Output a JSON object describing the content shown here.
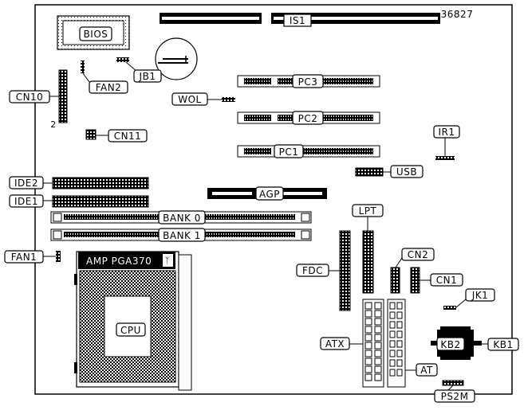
{
  "board_id": "36827",
  "labels": {
    "bios": "BIOS",
    "is1": "IS1",
    "jb1": "JB1",
    "fan2": "FAN2",
    "cn10": "CN10",
    "cn10_pin": "2",
    "wol": "WOL",
    "pc3": "PC3",
    "pc2": "PC2",
    "pc1": "PC1",
    "cn11": "CN11",
    "ir1": "IR1",
    "usb": "USB",
    "ide2": "IDE2",
    "ide1": "IDE1",
    "agp": "AGP",
    "bank0": "BANK 0",
    "bank1": "BANK 1",
    "lpt": "LPT",
    "fan1": "FAN1",
    "socket": "AMP  PGA370",
    "cn2": "CN2",
    "fdc": "FDC",
    "cn1": "CN1",
    "jk1": "JK1",
    "cpu": "CPU",
    "atx": "ATX",
    "kb2": "KB2",
    "kb1": "KB1",
    "at": "AT",
    "ps2m": "PS2M"
  }
}
